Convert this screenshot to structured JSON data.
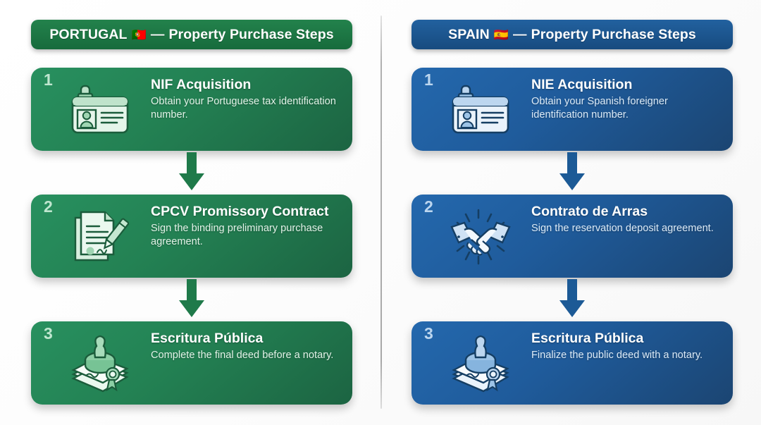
{
  "background": {
    "color": "#ffffff",
    "divider_color": "#a8a8a8"
  },
  "columns": [
    {
      "id": "portugal",
      "accent": "#23814f",
      "header": {
        "country": "PORTUGAL",
        "flag": "🇵🇹",
        "dash": "—",
        "title": "Property Purchase Steps"
      },
      "steps": [
        {
          "number": "1",
          "icon": "id-card-icon",
          "title": "NIF Acquisition",
          "description": "Obtain your Portuguese tax identification number."
        },
        {
          "number": "2",
          "icon": "contract-pen-icon",
          "title": "CPCV Promissory Contract",
          "description": "Sign the binding preliminary purchase agreement."
        },
        {
          "number": "3",
          "icon": "notary-stamp-icon",
          "title": "Escritura Pública",
          "description": "Complete the final deed before a notary."
        }
      ],
      "connectors": [
        "arrow-down-icon",
        "arrow-down-icon"
      ]
    },
    {
      "id": "spain",
      "accent": "#1f5b9b",
      "header": {
        "country": "SPAIN",
        "flag": "🇪🇸",
        "dash": "—",
        "title": "Property Purchase Steps"
      },
      "steps": [
        {
          "number": "1",
          "icon": "id-card-icon",
          "title": "NIE Acquisition",
          "description": "Obtain your Spanish foreigner identification number."
        },
        {
          "number": "2",
          "icon": "handshake-icon",
          "title": "Contrato de Arras",
          "description": "Sign the reservation deposit agreement."
        },
        {
          "number": "3",
          "icon": "notary-stamp-icon",
          "title": "Escritura Pública",
          "description": "Finalize the public deed with a notary."
        }
      ],
      "connectors": [
        "arrow-down-icon",
        "arrow-down-icon"
      ]
    }
  ]
}
